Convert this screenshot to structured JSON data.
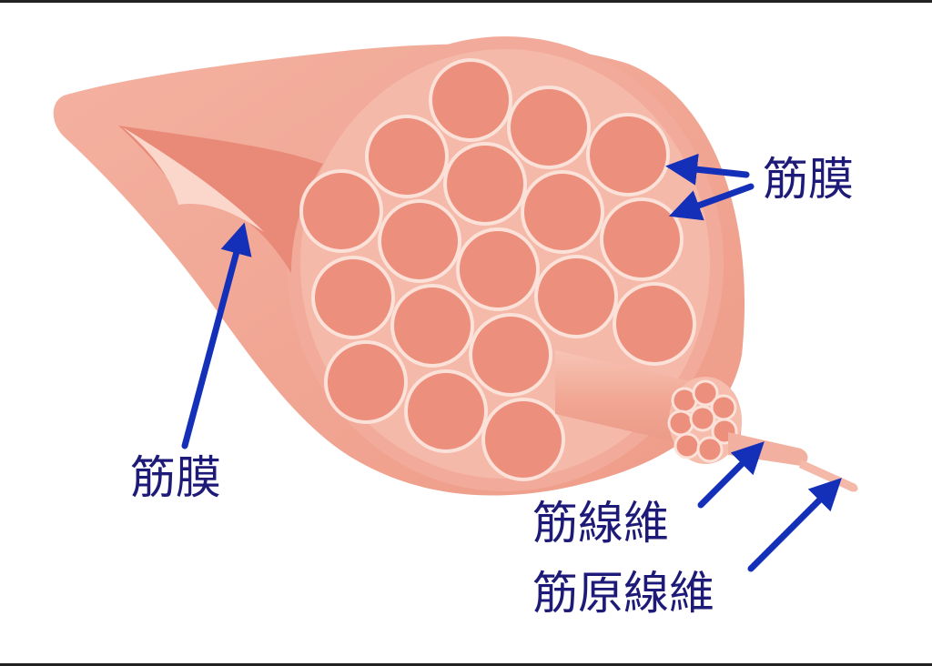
{
  "labels": {
    "membrane_right": "筋膜",
    "membrane_left": "筋膜",
    "muscle_fiber": "筋線維",
    "myofibril": "筋原線維"
  },
  "colors": {
    "label_text": "#1e1a78",
    "arrow": "#1530b8",
    "muscle_outer": "#f2aa98",
    "fascicle_fill": "#ec8f7d",
    "fascicle_stroke": "#fbe1d8",
    "frame": "#222222"
  }
}
